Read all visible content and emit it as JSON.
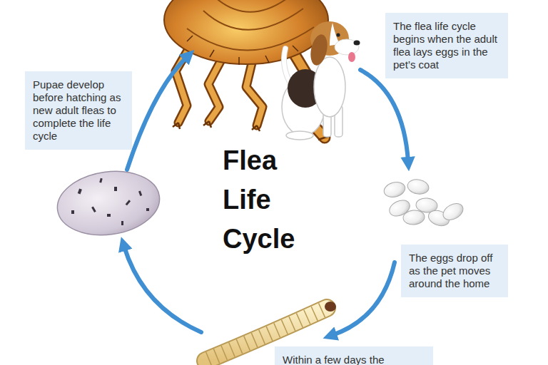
{
  "diagram": {
    "title": "Flea Life Cycle",
    "nodes": [
      {
        "text": [
          "The flea life cycle begins when the adult flea lays eggs in the pet’s coat"
        ]
      },
      {
        "text": [
          "Pupae develop before hatching as new adult fleas to complete the life cycle"
        ]
      },
      {
        "text": [
          "The eggs drop off as the pet moves around the home"
        ]
      },
      {
        "text": [
          "Within a few days the"
        ]
      }
    ]
  }
}
